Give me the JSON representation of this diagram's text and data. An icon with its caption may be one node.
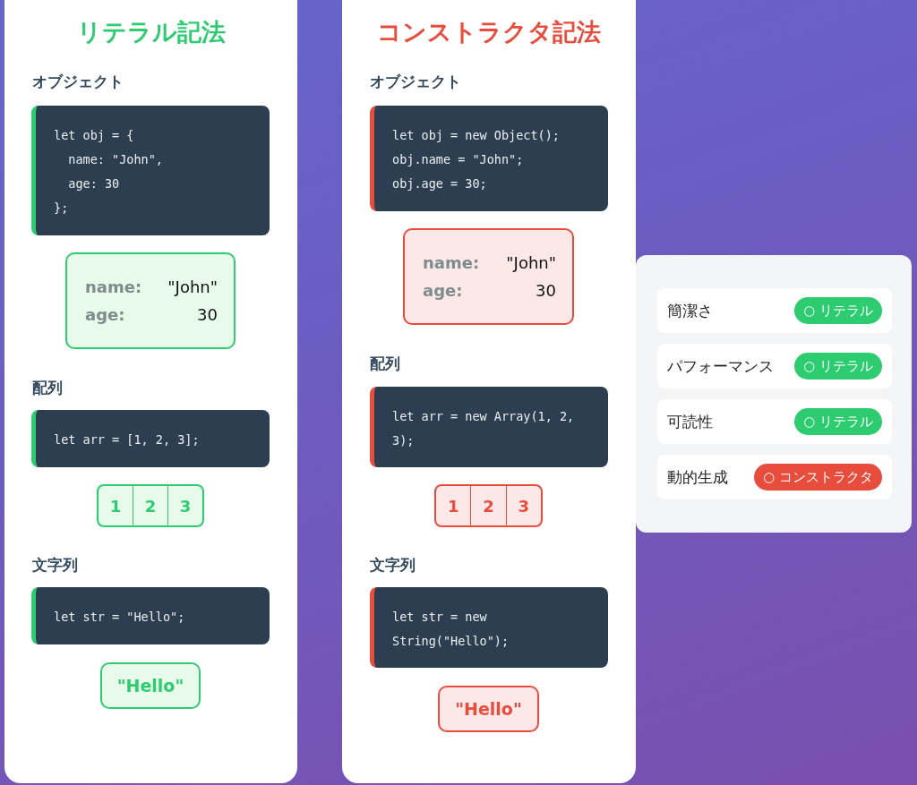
{
  "diagram": {
    "nodes": [
      {
        "text": [
          "リテラル記法"
        ]
      },
      {
        "text": [
          "let obj = {",
          "  name: \"John\",",
          "  age: 30",
          "};"
        ],
        "in": 0
      },
      {
        "text": [
          "name:",
          "\"John\"",
          "age:",
          "30"
        ],
        "in": 0
      },
      {
        "text": [
          "let arr = [1, 2, 3];"
        ],
        "in": 0
      },
      {
        "text": [
          "1",
          "2",
          "3"
        ],
        "in": 0
      },
      {
        "text": [
          "let str = \"Hello\";"
        ],
        "in": 0
      },
      {
        "text": [
          "\"Hello\""
        ],
        "in": 0
      },
      {
        "text": [
          "コンストラクタ記法"
        ]
      },
      {
        "text": [
          "let obj = new Object();",
          "obj.name = \"John\";",
          "obj.age = 30;"
        ],
        "in": 7
      },
      {
        "text": [
          "name:",
          "\"John\"",
          "age:",
          "30"
        ],
        "in": 7
      },
      {
        "text": [
          "let arr = new Array(1, 2, 3);"
        ],
        "in": 7
      },
      {
        "text": [
          "1",
          "2",
          "3"
        ],
        "in": 7
      },
      {
        "text": [
          "let str = new String(\"Hello\");"
        ],
        "in": 7
      },
      {
        "text": [
          "\"Hello\""
        ],
        "in": 7
      },
      {
        "text": [],
        "shape": "box"
      },
      {
        "text": [
          "簡潔さ"
        ],
        "in": 14
      },
      {
        "text": [
          "○ リテラル"
        ],
        "in": 15
      },
      {
        "text": [
          "パフォーマンス"
        ],
        "in": 14
      },
      {
        "text": [
          "○ リテラル"
        ],
        "in": 17
      },
      {
        "text": [
          "可読性"
        ],
        "in": 14
      },
      {
        "text": [
          "○ リテラル"
        ],
        "in": 19
      },
      {
        "text": [
          "動的生成"
        ],
        "in": 14
      },
      {
        "text": [
          "○ コンストラクタ"
        ],
        "in": 21
      }
    ],
    "edges": [],
    "labels": [
      "オブジェクト",
      "配列",
      "文字列",
      "オブジェクト",
      "配列",
      "文字列"
    ]
  }
}
